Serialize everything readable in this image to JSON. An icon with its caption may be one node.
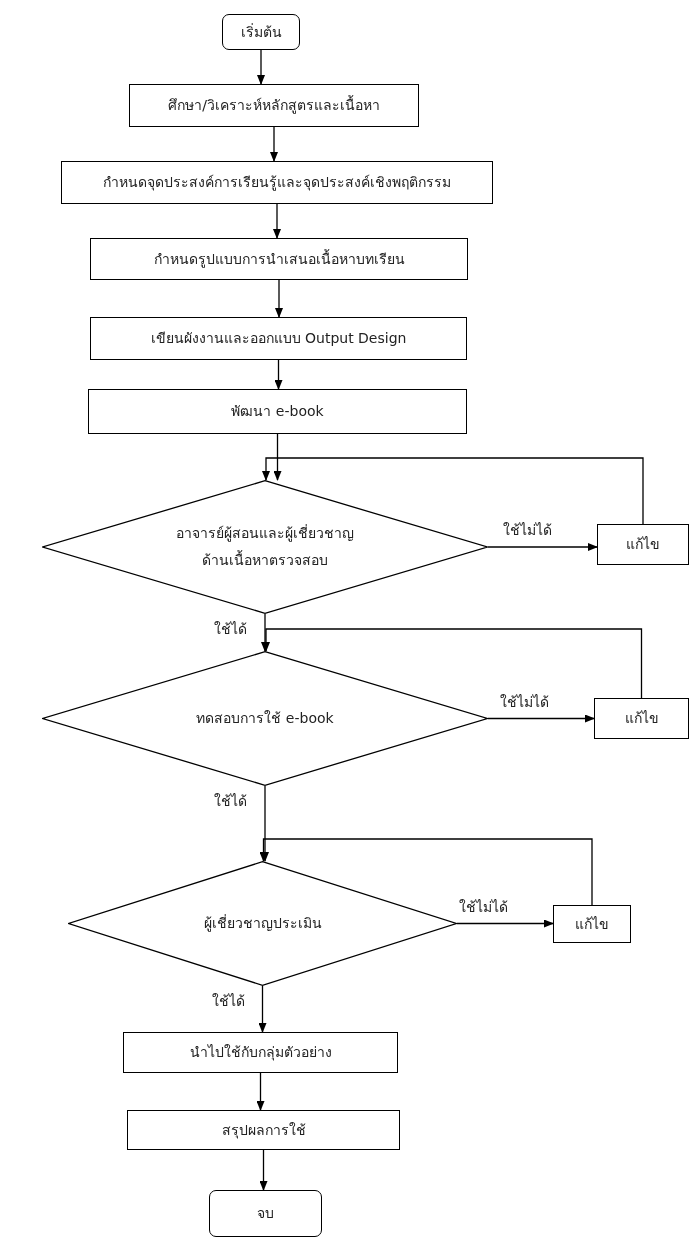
{
  "diagram": {
    "nodes": [
      {
        "text": [
          "เริ่มต้น"
        ]
      },
      {
        "text": [
          "ศึกษา/วิเคราะห์หลักสูตรและเนื้อหา"
        ]
      },
      {
        "text": [
          "กำหนดจุดประสงค์การเรียนรู้และจุดประสงค์เชิงพฤติกรรม"
        ]
      },
      {
        "text": [
          "กำหนดรูปแบบการนำเสนอเนื้อหาบทเรียน"
        ]
      },
      {
        "text": [
          "เขียนผังงานและออกแบบ Output Design"
        ]
      },
      {
        "text": [
          "พัฒนา e-book"
        ]
      },
      {
        "text": [
          "อาจารย์ผู้สอนและผู้เชี่ยวชาญ ด้านเนื้อหาตรวจสอบ"
        ]
      },
      {
        "text": [
          "แก้ไข"
        ]
      },
      {
        "text": [
          "ทดสอบการใช้ e-book"
        ]
      },
      {
        "text": [
          "แก้ไข"
        ]
      },
      {
        "text": [
          "ผู้เชี่ยวชาญประเมิน"
        ]
      },
      {
        "text": [
          "แก้ไข"
        ]
      },
      {
        "text": [
          "นำไปใช้กับกลุ่มตัวอย่าง"
        ]
      },
      {
        "text": [
          "สรุปผลการใช้"
        ]
      },
      {
        "text": [
          "จบ"
        ]
      }
    ],
    "edges": [
      {
        "from": 0,
        "to": 1,
        "arrow": "to"
      },
      {
        "from": 1,
        "to": 2,
        "arrow": "to"
      },
      {
        "from": 2,
        "to": 3,
        "arrow": "to"
      },
      {
        "from": 3,
        "to": 4,
        "arrow": "to"
      },
      {
        "from": 4,
        "to": 5,
        "arrow": "to"
      },
      {
        "from": 5,
        "to": 6,
        "arrow": "to"
      },
      {
        "from": 6,
        "to": 7,
        "arrow": "to",
        "label": "ใช้ไม่ได้"
      },
      {
        "from": 7,
        "to": 6,
        "arrow": "to"
      },
      {
        "from": 6,
        "to": 8,
        "arrow": "to",
        "label": "ใช้ได้"
      },
      {
        "from": 8,
        "to": 9,
        "arrow": "to",
        "label": "ใช้ไม่ได้"
      },
      {
        "from": 9,
        "to": 8,
        "arrow": "to"
      },
      {
        "from": 8,
        "to": 10,
        "arrow": "to",
        "label": "ใช้ได้"
      },
      {
        "from": 10,
        "to": 11,
        "arrow": "to",
        "label": "ใช้ไม่ได้"
      },
      {
        "from": 11,
        "to": 10,
        "arrow": "to"
      },
      {
        "from": 10,
        "to": 12,
        "arrow": "to",
        "label": "ใช้ได้"
      },
      {
        "from": 12,
        "to": 13,
        "arrow": "to"
      },
      {
        "from": 13,
        "to": 14,
        "arrow": "to"
      }
    ]
  }
}
